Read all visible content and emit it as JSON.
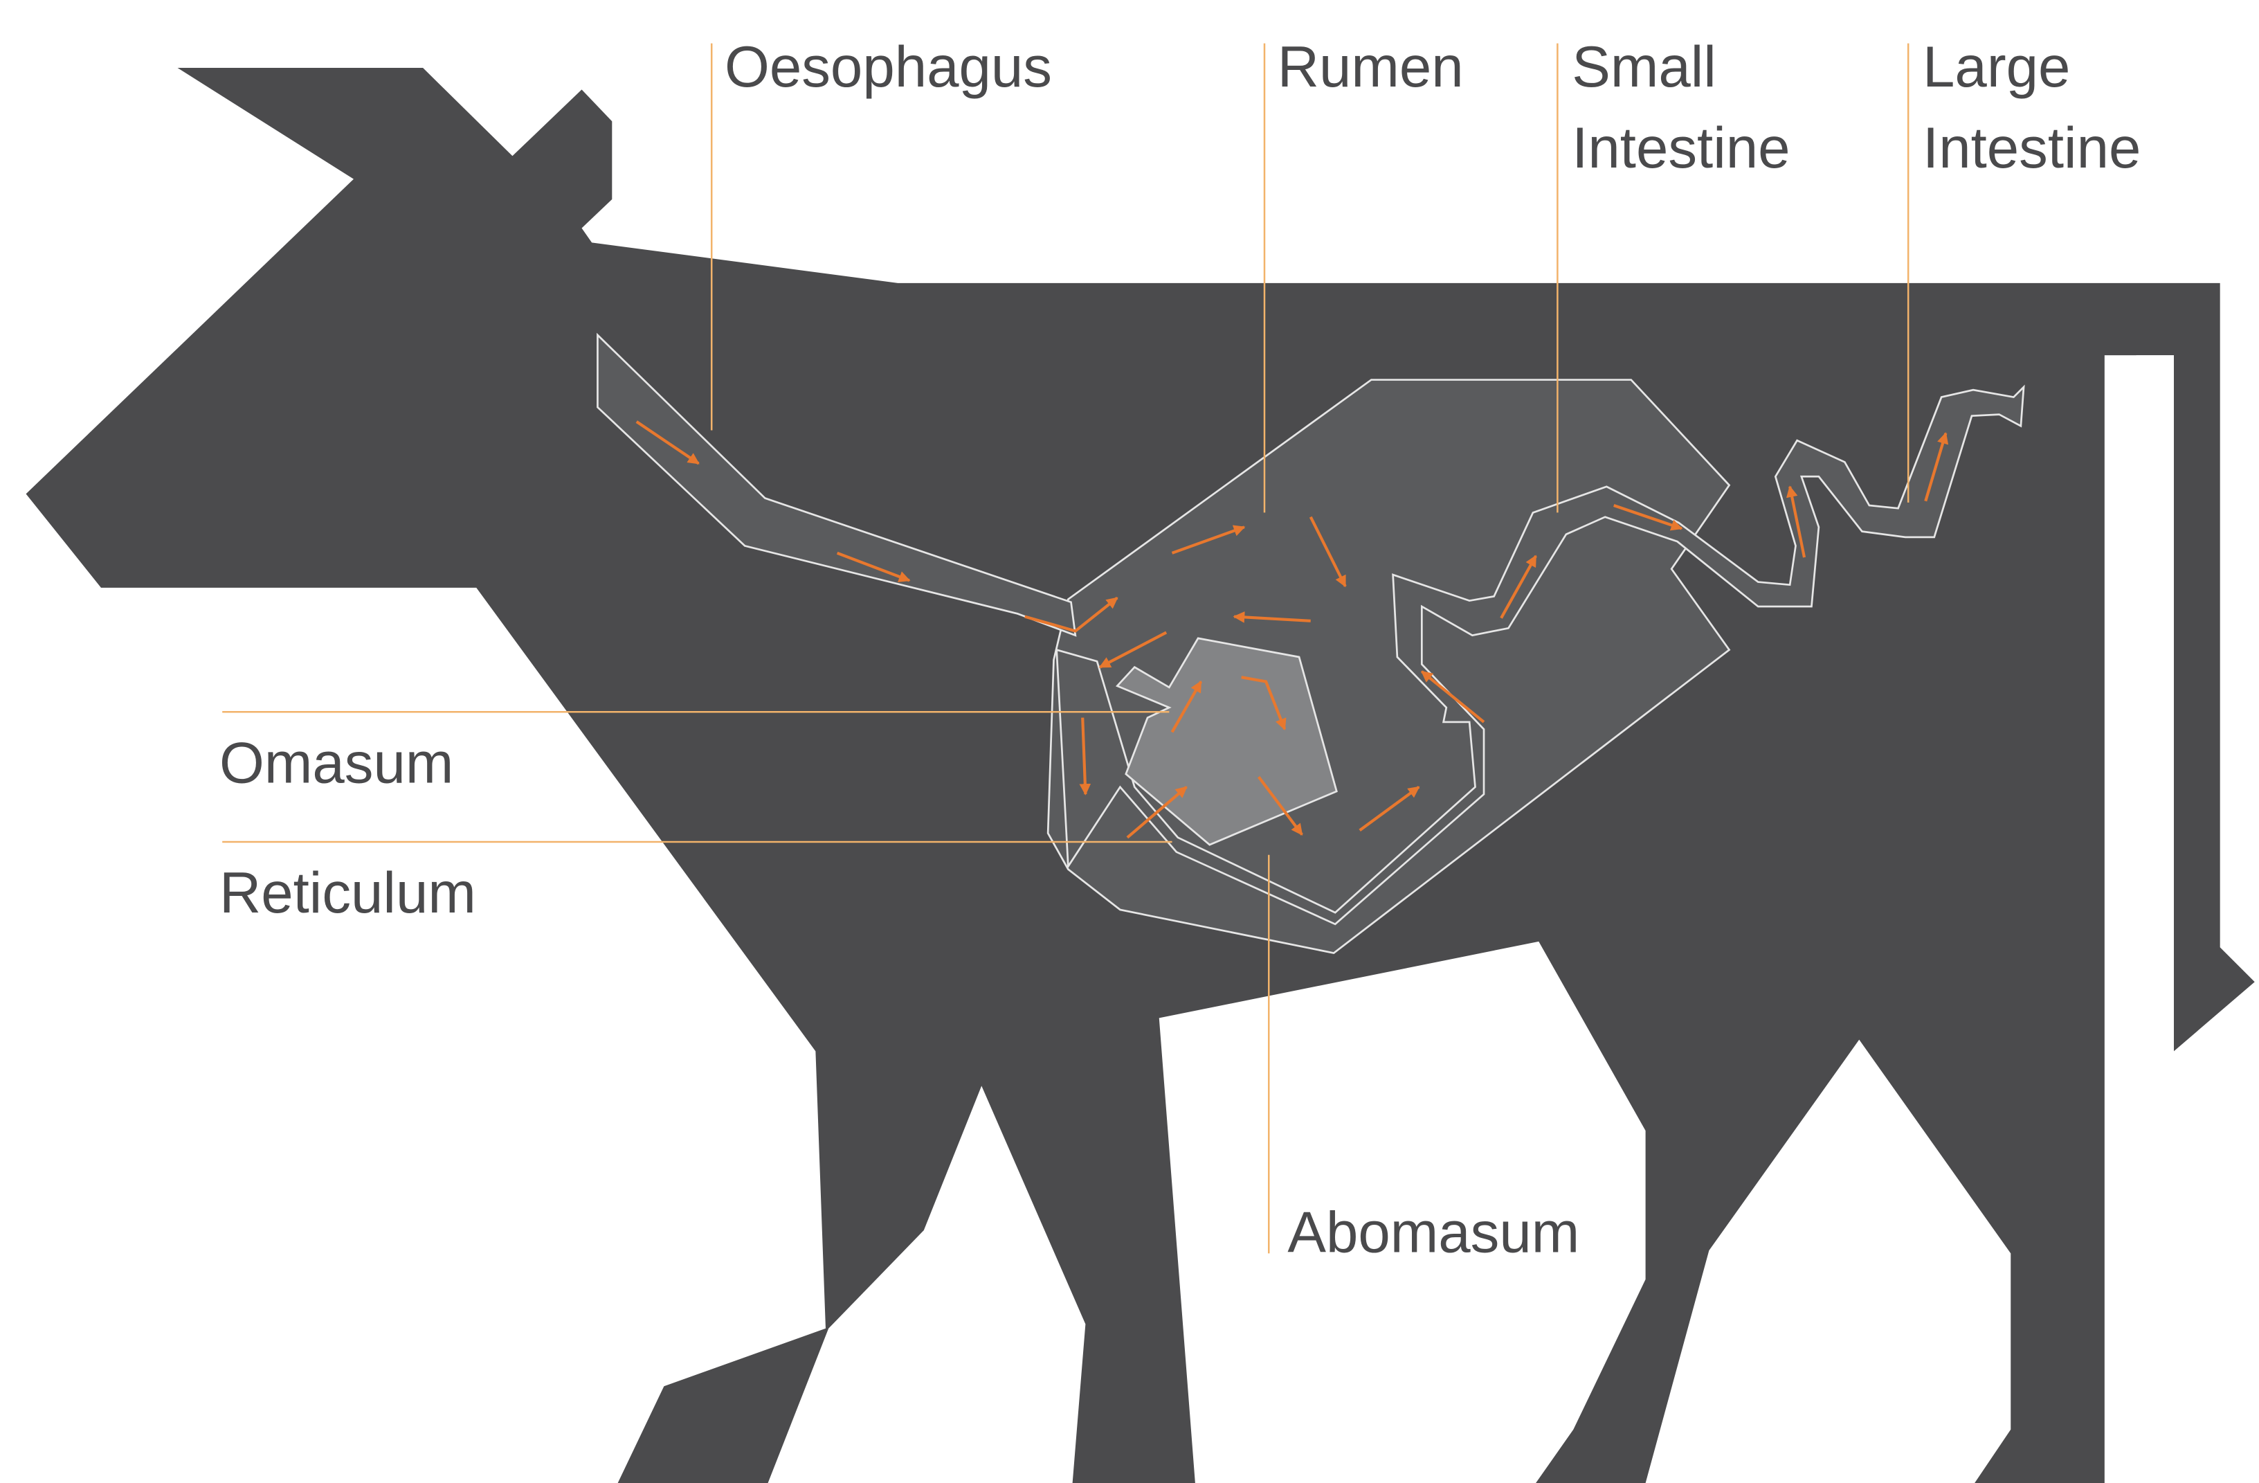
{
  "diagram": {
    "colors": {
      "body": "#4b4b4d",
      "organ_fill": "#5a5b5d",
      "abomasum_fill": "#838486",
      "outline": "#e6e6e6",
      "leader_line": "#f2b36b",
      "arrow": "#e8782e",
      "label_text": "#4a4a4c"
    },
    "labels": {
      "oesophagus": "Oesophagus",
      "rumen": "Rumen",
      "small_intestine_line1": "Small",
      "small_intestine_line2": "Intestine",
      "large_intestine_line1": "Large",
      "large_intestine_line2": "Intestine",
      "omasum": "Omasum",
      "reticulum": "Reticulum",
      "abomasum": "Abomasum"
    }
  }
}
